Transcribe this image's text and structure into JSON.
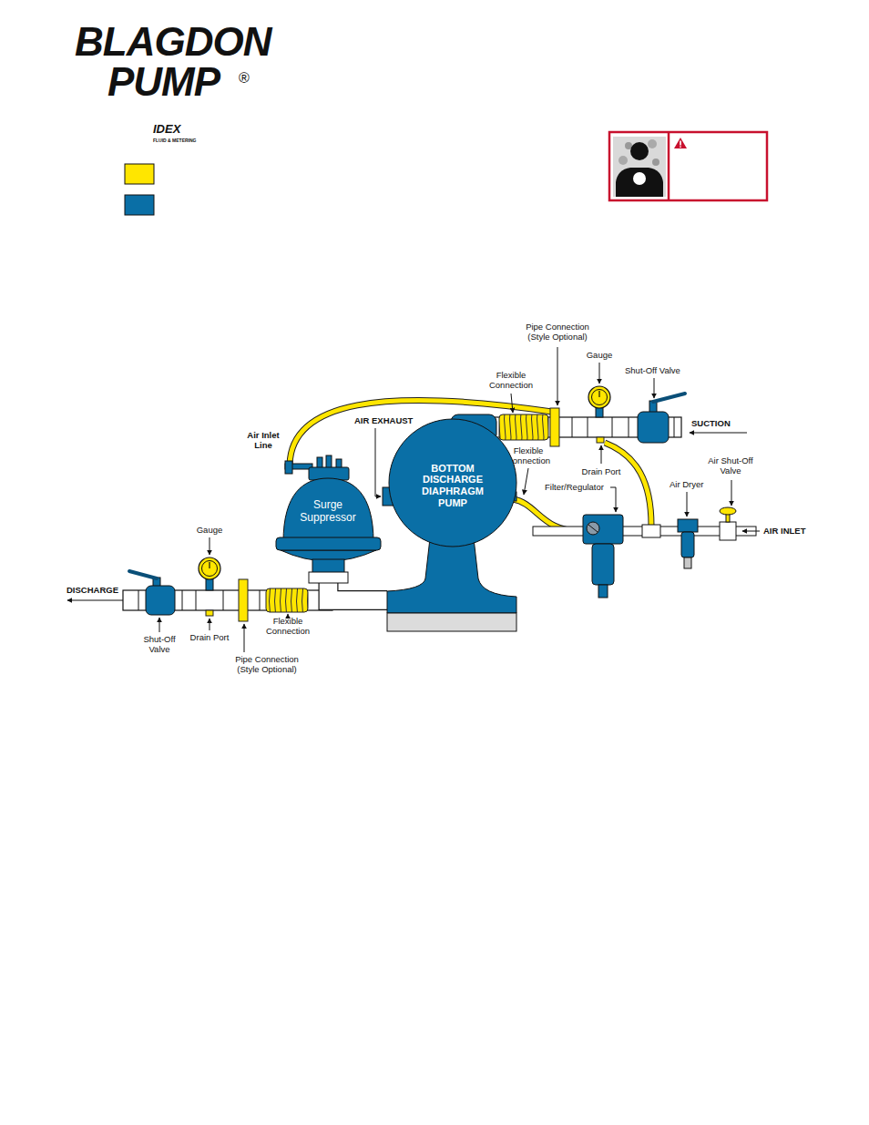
{
  "diagram": {
    "nodes": [
      {
        "text": [
          "Surge Suppressor"
        ]
      },
      {
        "text": [
          "BOTTOM DISCHARGE DIAPHRAGM PUMP"
        ]
      }
    ],
    "edges": [
      {
        "from": 0,
        "to": 1,
        "arrow": "none"
      }
    ],
    "labels": [
      "BLAGDON",
      "PUMP",
      "®",
      "IDEX",
      "FLUID & METERING",
      "Pipe Connection (Style Optional)",
      "Gauge",
      "Shut-Off Valve",
      "Flexible Connection",
      "SUCTION",
      "Air Inlet Line",
      "AIR EXHAUST",
      "Flexible Connection",
      "Drain Port",
      "Air Shut-Off Valve",
      "Air Dryer",
      "Filter/Regulator",
      "AIR INLET",
      "Gauge",
      "DISCHARGE",
      "Flexible Connection",
      "Shut-Off Valve",
      "Drain Port",
      "Pipe Connection (Style Optional)"
    ]
  }
}
